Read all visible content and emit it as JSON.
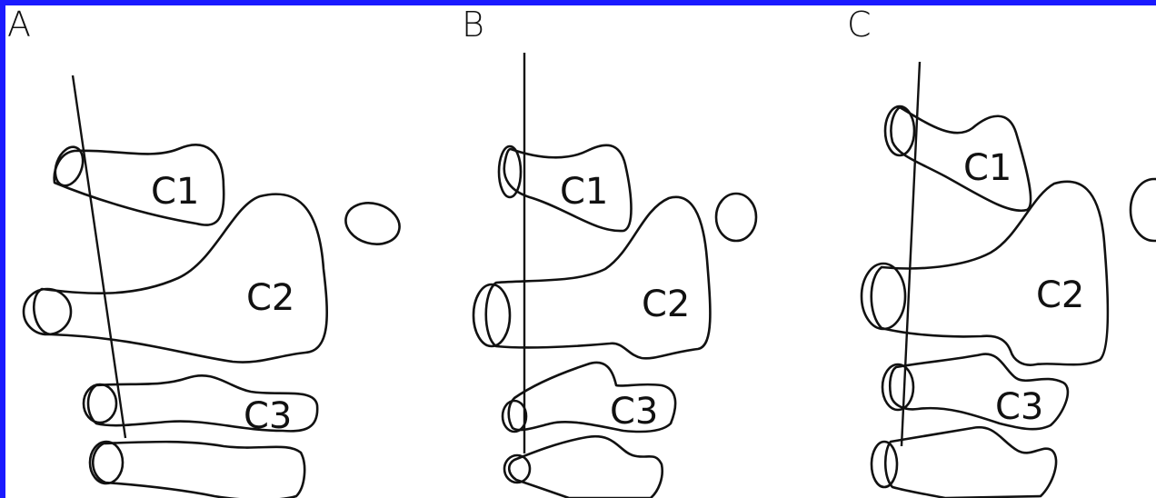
{
  "panels": [
    {
      "label": "A",
      "vertebrae": {
        "c1": "C1",
        "c2": "C2",
        "c3": "C3"
      }
    },
    {
      "label": "B",
      "vertebrae": {
        "c1": "C1",
        "c2": "C2",
        "c3": "C3"
      }
    },
    {
      "label": "C",
      "vertebrae": {
        "c1": "C1",
        "c2": "C2",
        "c3": "C3"
      }
    }
  ],
  "colors": {
    "frame": "#1a1aff",
    "ink": "#111111"
  }
}
